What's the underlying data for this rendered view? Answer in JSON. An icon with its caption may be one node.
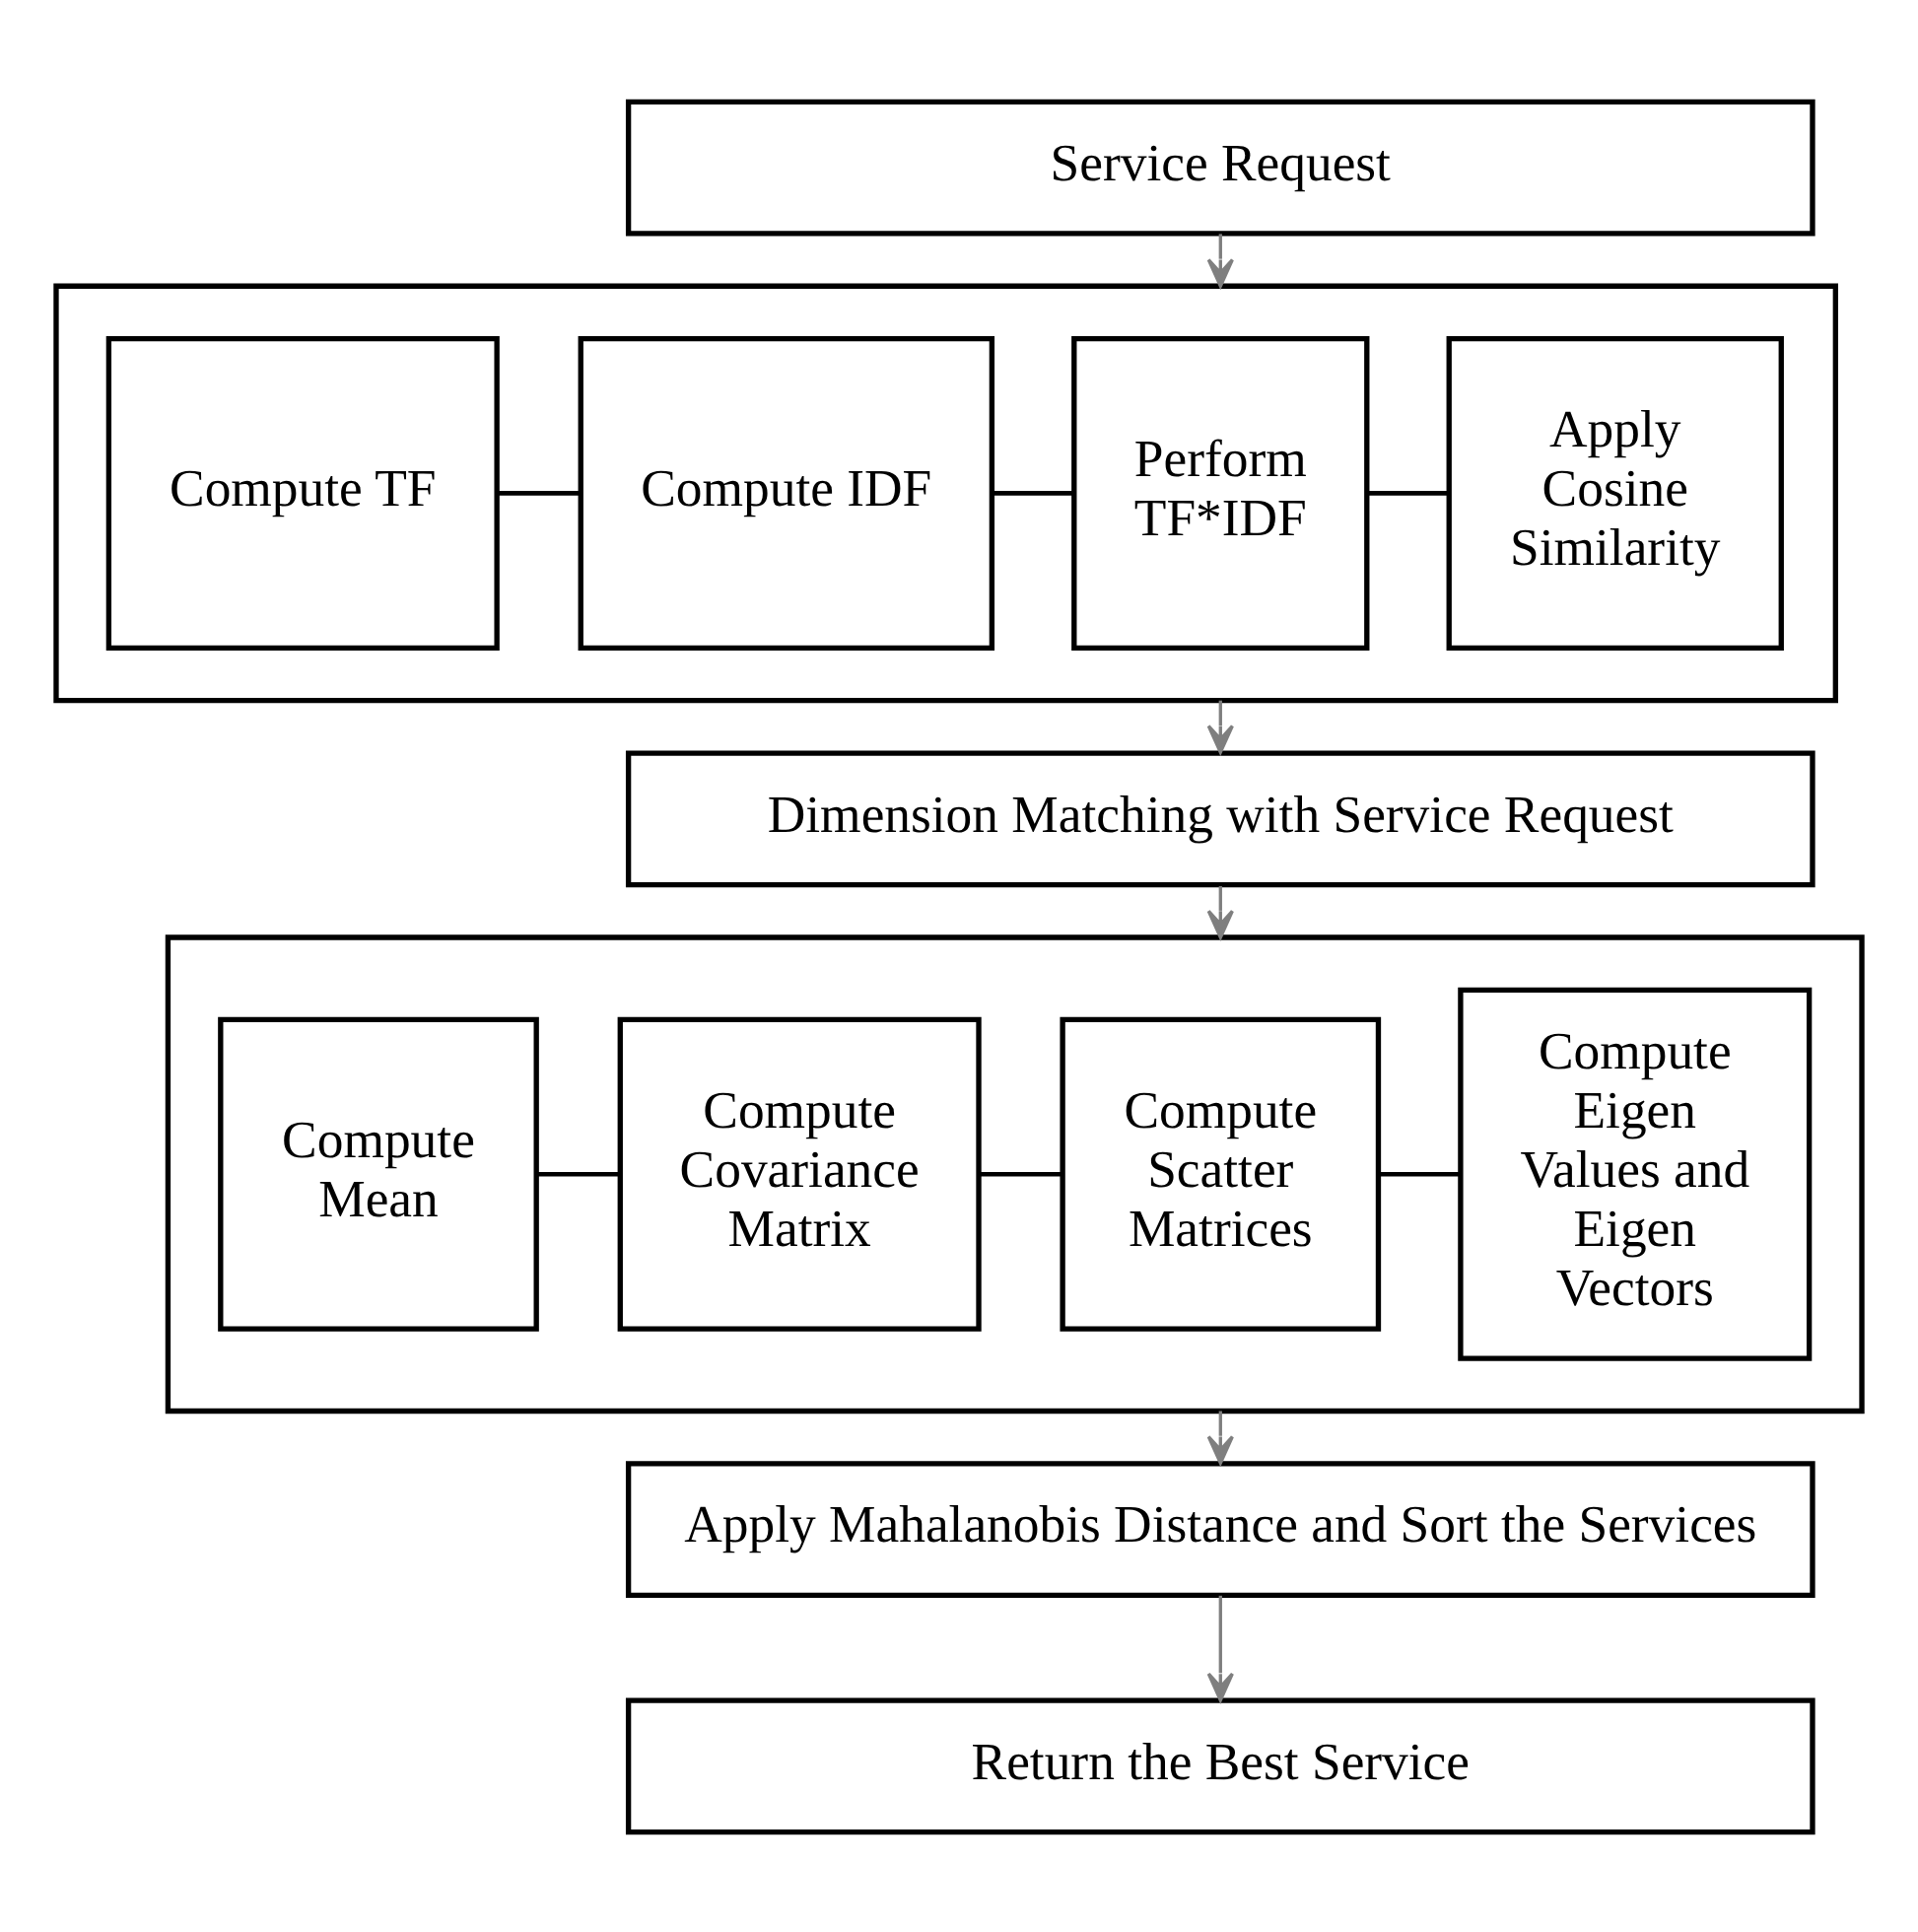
{
  "diagram": {
    "nodes": [
      {
        "text": [
          "Service Request"
        ]
      },
      {
        "text": [],
        "shape": "box"
      },
      {
        "text": [
          "Compute TF"
        ],
        "in": 1
      },
      {
        "text": [
          "Compute IDF"
        ],
        "in": 1
      },
      {
        "text": [
          "Perform TF*IDF"
        ],
        "in": 1
      },
      {
        "text": [
          "Apply Cosine Similarity"
        ],
        "in": 1
      },
      {
        "text": [
          "Dimension Matching with Service Request"
        ]
      },
      {
        "text": [],
        "shape": "box"
      },
      {
        "text": [
          "Compute Mean"
        ],
        "in": 7
      },
      {
        "text": [
          "Compute Covariance Matrix"
        ],
        "in": 7
      },
      {
        "text": [
          "Compute Scatter Matrices"
        ],
        "in": 7
      },
      {
        "text": [
          "Compute Eigen Values and Eigen Vectors"
        ],
        "in": 7
      },
      {
        "text": [
          "Apply Mahalanobis Distance and Sort the Services"
        ]
      },
      {
        "text": [
          "Return the Best Service"
        ]
      }
    ],
    "edges": [
      {
        "from": 0,
        "to": 1,
        "arrow": "to",
        "color": "#7f7f7f"
      },
      {
        "from": 2,
        "to": 3,
        "arrow": "none"
      },
      {
        "from": 3,
        "to": 4,
        "arrow": "none"
      },
      {
        "from": 4,
        "to": 5,
        "arrow": "none"
      },
      {
        "from": 1,
        "to": 6,
        "arrow": "to",
        "color": "#7f7f7f"
      },
      {
        "from": 6,
        "to": 7,
        "arrow": "to",
        "color": "#7f7f7f"
      },
      {
        "from": 8,
        "to": 9,
        "arrow": "none"
      },
      {
        "from": 9,
        "to": 10,
        "arrow": "none"
      },
      {
        "from": 10,
        "to": 11,
        "arrow": "none"
      },
      {
        "from": 7,
        "to": 12,
        "arrow": "to",
        "color": "#7f7f7f"
      },
      {
        "from": 12,
        "to": 13,
        "arrow": "to",
        "color": "#7f7f7f"
      }
    ]
  }
}
